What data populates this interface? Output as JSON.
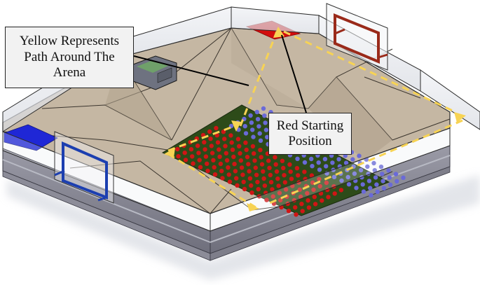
{
  "figure": {
    "subject": "Competition arena CAD rendering",
    "callouts": [
      {
        "id": "yellow-path",
        "lines": [
          "Yellow Represents",
          "Path Around The",
          "Arena"
        ]
      },
      {
        "id": "red-start",
        "lines": [
          "Red Starting",
          "Position"
        ]
      }
    ],
    "legend_colors": {
      "path": "#f7d354",
      "red_start": "#d40d0d",
      "blue_start": "#1f27d6",
      "red_balls": "#d01515",
      "blue_balls": "#6a6ad8",
      "field_floor": "#bfae98",
      "turf": "#2c4a18",
      "red_goal": "#9a2a1a",
      "blue_goal": "#1c3fb0"
    }
  }
}
